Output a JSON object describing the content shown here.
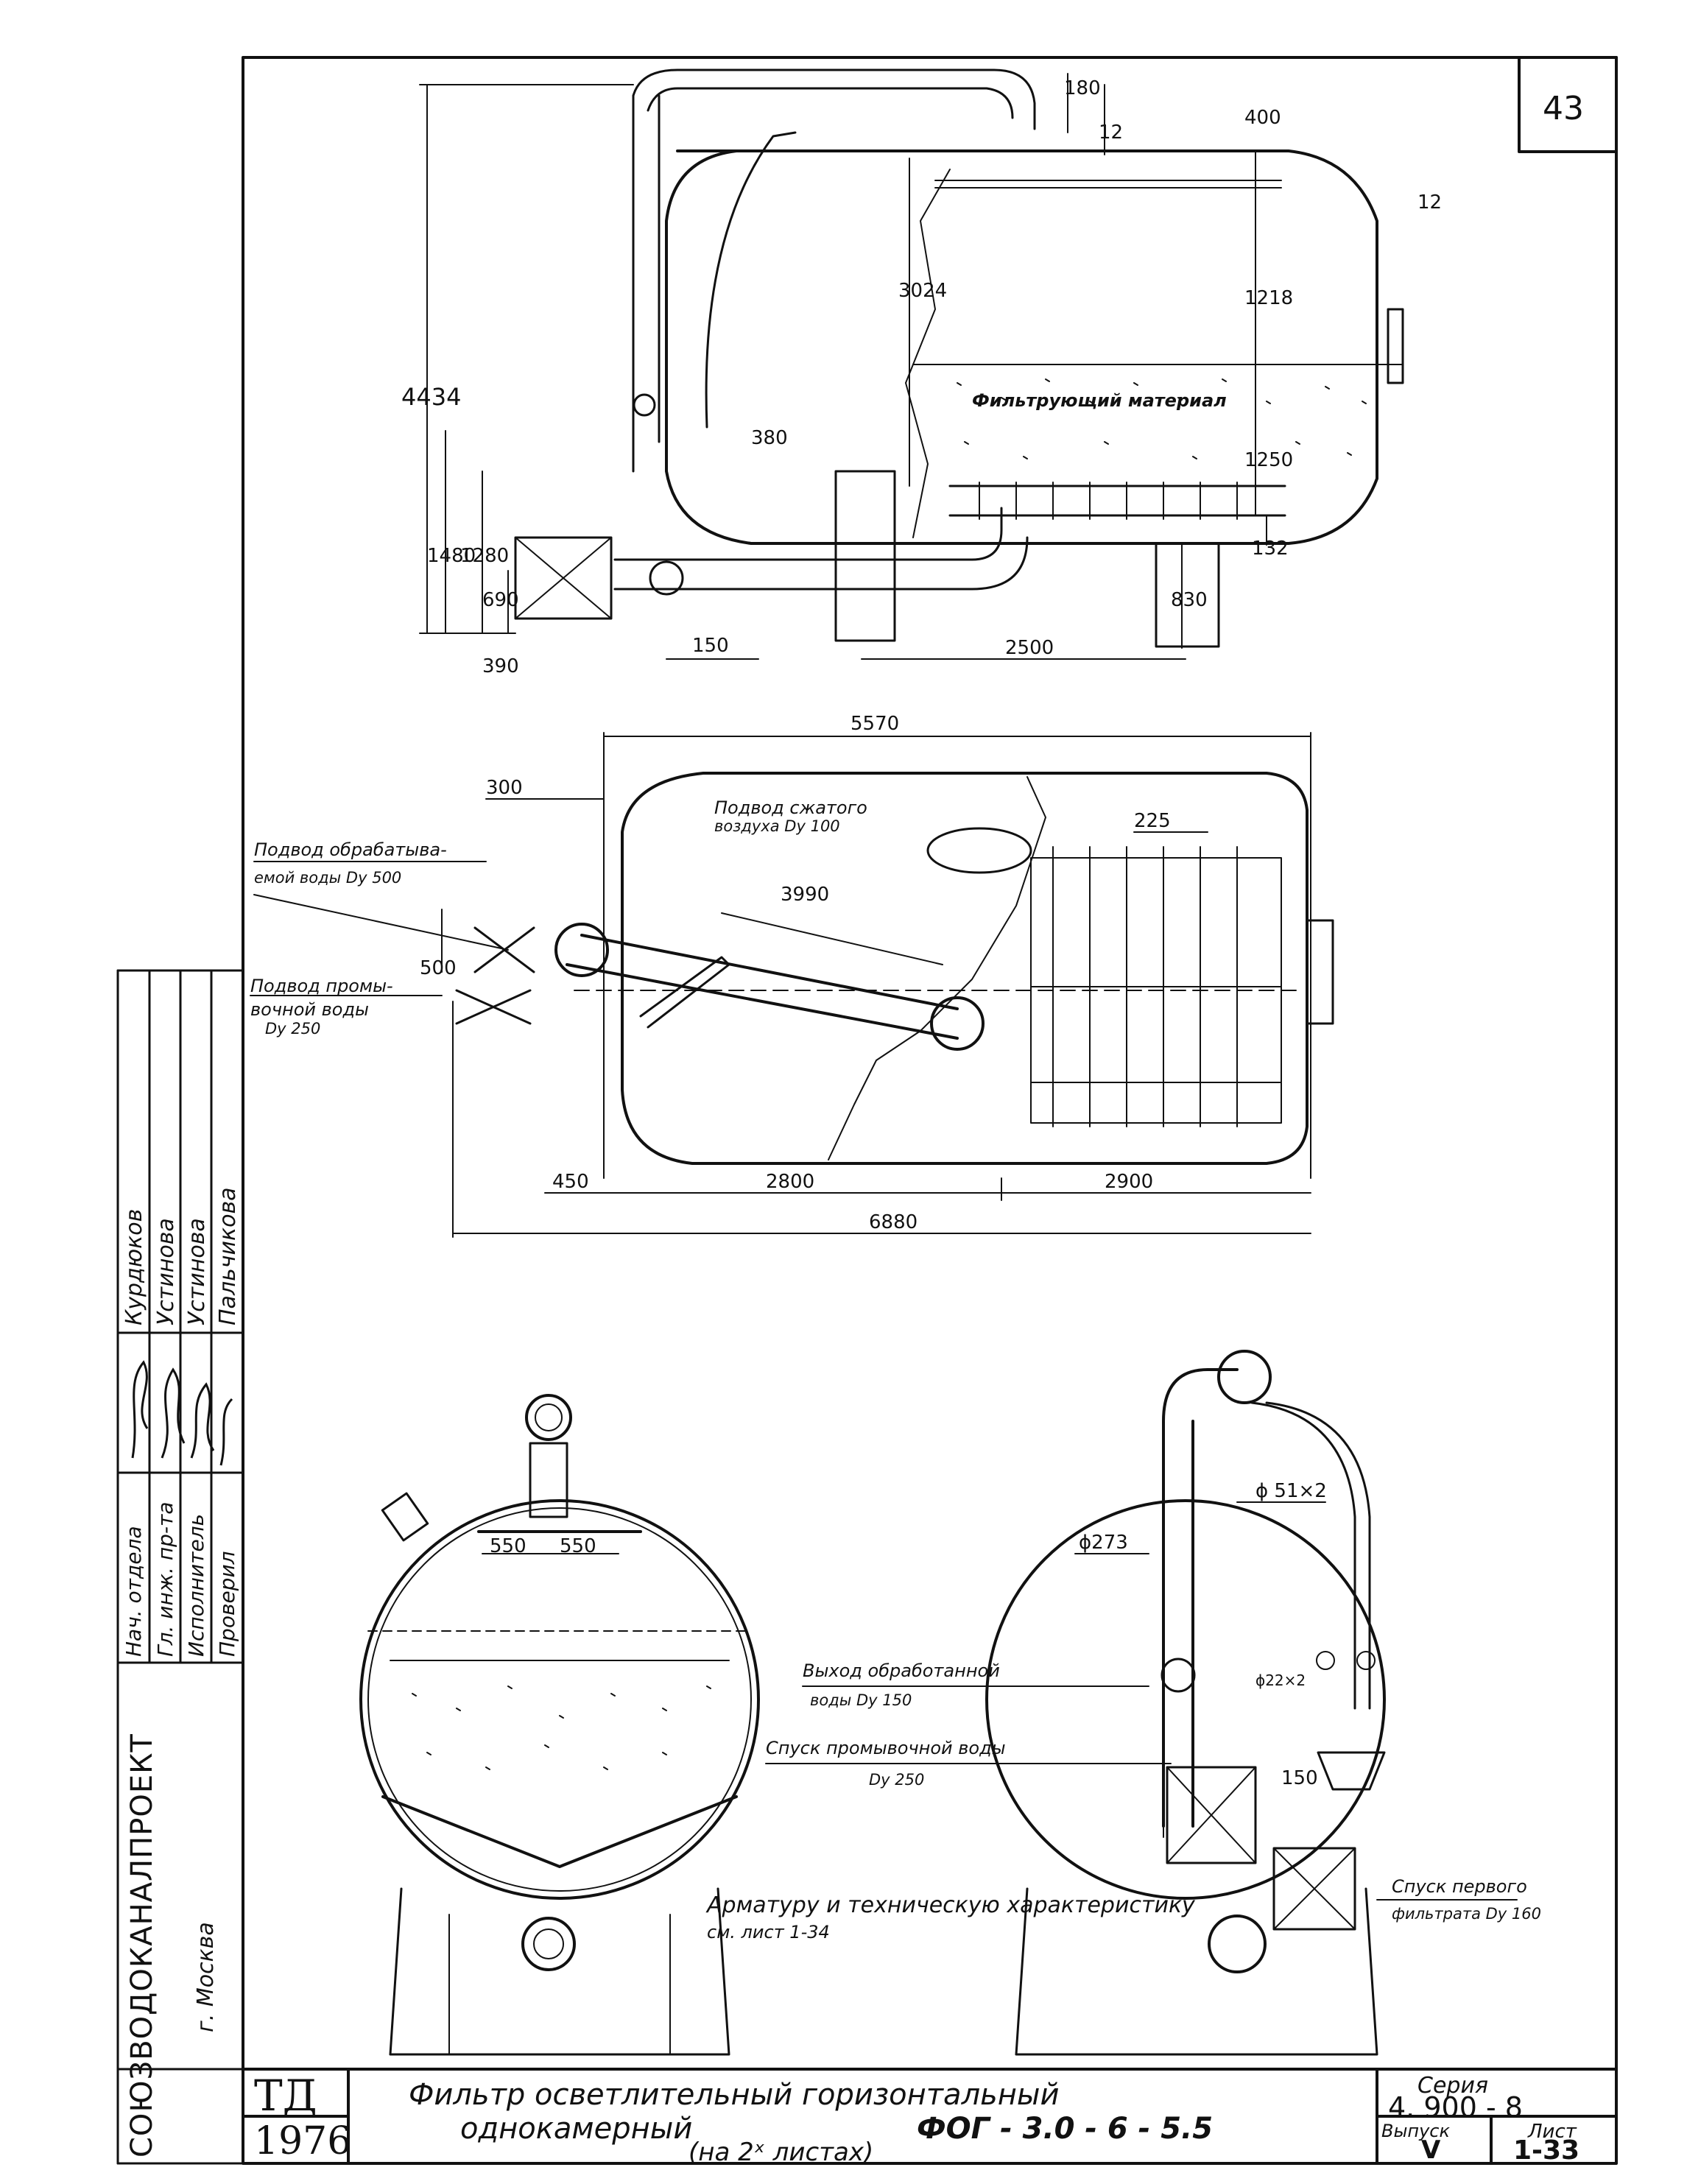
{
  "sheet_number": "43",
  "title_block": {
    "title_line1": "Фильтр осветлительный горизонтальный",
    "title_line2_a": "однокамерный",
    "title_line2_b": "ФОГ - 3.0 - 6 - 5.5",
    "title_line3": "(на 2ˣ листах)",
    "series_label": "Серия",
    "series_value": "4. 900 - 8",
    "issue_label": "Выпуск",
    "issue_value": "V",
    "sheet_label": "Лист",
    "sheet_value": "1-33",
    "org_code": "ТД",
    "year": "1976",
    "organization": "СОЮЗВОДОКАНАЛПРОЕКТ",
    "city": "г. Москва"
  },
  "signatures": [
    {
      "role": "Нач. отдела",
      "name": "Курдюков"
    },
    {
      "role": "Гл. инж. пр-та",
      "name": "Устинова"
    },
    {
      "role": "Исполнитель",
      "name": "Устинова"
    },
    {
      "role": "Проверил",
      "name": "Пальчикова"
    }
  ],
  "note": {
    "line1": "Арматуру и техническую характеристику",
    "line2": "см. лист 1-34"
  },
  "labels": {
    "filter_material": "Фильтрующий материал",
    "supply_air_1": "Подвод сжатого",
    "supply_air_2": "воздуха Dу 100",
    "supply_water_1": "Подвод обрабатыва-",
    "supply_water_2": "емой воды Dу 500",
    "supply_wash_1": "Подвод промы-",
    "supply_wash_2": "вочной воды",
    "supply_wash_3": "Dу 250",
    "outlet_1": "Выход обработанной",
    "outlet_2": "воды Dу 150",
    "wash_drain_1": "Спуск промывочной воды",
    "wash_drain_2": "Dу 250",
    "first_filtrate_1": "Спуск первого",
    "first_filtrate_2": "фильтрата Dу 160"
  },
  "dimensions": {
    "d180": "180",
    "d12a": "12",
    "d400": "400",
    "d12b": "12",
    "d3024": "3024",
    "d1218": "1218",
    "d4434": "4434",
    "d380": "380",
    "d1250": "1250",
    "d132": "132",
    "d830": "830",
    "d1480": "1480",
    "d1280": "1280",
    "d690": "690",
    "d390": "390",
    "d150a": "150",
    "d2500": "2500",
    "d5570": "5570",
    "d300": "300",
    "d225": "225",
    "d3990": "3990",
    "d500": "500",
    "d450": "450",
    "d2800": "2800",
    "d2900": "2900",
    "d6880": "6880",
    "d550a": "550",
    "d550b": "550",
    "d273": "ϕ273",
    "d51": "ϕ 51×2",
    "d22": "ϕ22×2",
    "d150b": "150"
  }
}
